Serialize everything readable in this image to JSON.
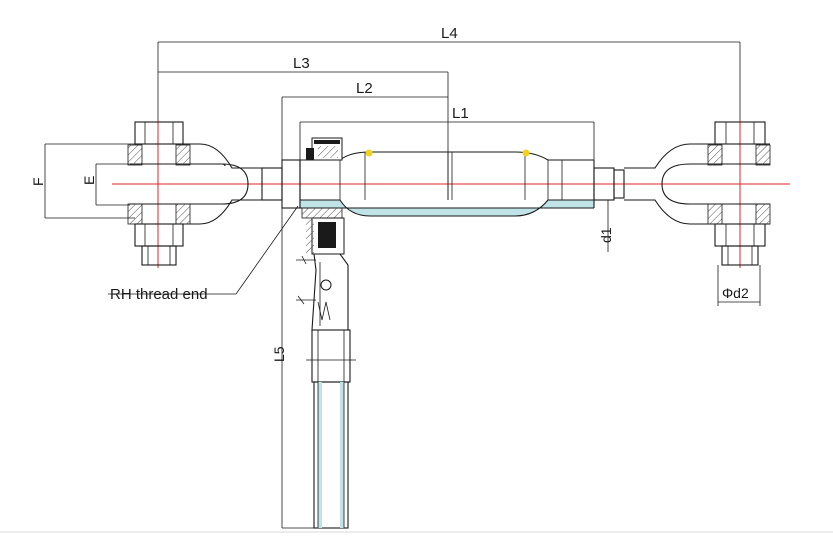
{
  "labels": {
    "L1": "L1",
    "L2": "L2",
    "L3": "L3",
    "L4": "L4",
    "L5": "L5",
    "F": "F",
    "E": "E",
    "d1": "d1",
    "d2": "Φd2",
    "rh_thread": "RH thread end"
  },
  "colors": {
    "line": "#1a1a1a",
    "centerline": "#e0242a",
    "body_fill": "#bfe3e6",
    "marker": "#f2d21b",
    "hatch": "#555555"
  }
}
